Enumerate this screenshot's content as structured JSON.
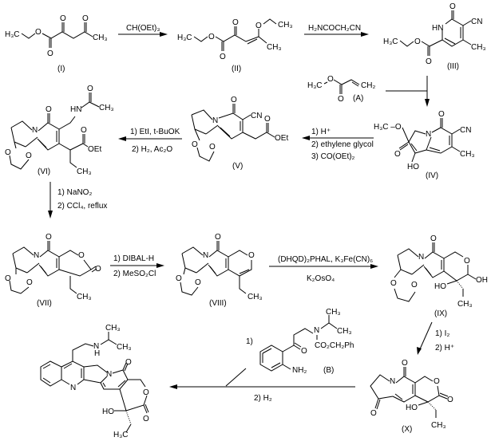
{
  "title": "Synthesis scheme",
  "compounds": {
    "I": {
      "label": "(I)"
    },
    "II": {
      "label": "(II)"
    },
    "III": {
      "label": "(III)"
    },
    "A": {
      "label": "(A)"
    },
    "IV": {
      "label": "(IV)"
    },
    "V": {
      "label": "(V)"
    },
    "VI": {
      "label": "(VI)"
    },
    "VII": {
      "label": "(VII)"
    },
    "VIII": {
      "label": "(VIII)"
    },
    "IX": {
      "label": "(IX)"
    },
    "X": {
      "label": "(X)"
    },
    "B": {
      "label": "(B)"
    }
  },
  "atoms": {
    "H3C": "H₃C",
    "CH3": "CH₃",
    "CH2": "CH₂",
    "O": "O",
    "N": "N",
    "NH": "HN",
    "H": "H",
    "CN": "CN",
    "OEt": "OEt",
    "OH": "OH",
    "HO": "HO",
    "NH2": "NH₂",
    "H3C_O": "H₃C –O",
    "CO2CH2Ph": "CO₂CH₂Ph"
  },
  "steps": {
    "s1": {
      "reagents": [
        "CH(OEt)₃"
      ]
    },
    "s2": {
      "reagents": [
        "H₂NCOCH₂CN"
      ]
    },
    "s3": {
      "reagents": [
        "1) H⁺",
        "2) ethylene glycol",
        "3) CO(OEt)₂"
      ]
    },
    "s4": {
      "reagents": [
        "1) EtI, t-BuOK",
        "2) H₂, Ac₂O"
      ]
    },
    "s5": {
      "reagents": [
        "1) NaNO₂",
        "2) CCl₄, reflux"
      ]
    },
    "s6": {
      "reagents": [
        "1) DIBAL-H",
        "2) MeSO₂Cl"
      ]
    },
    "s7": {
      "reagents": [
        "(DHQD)₂PHAL, K₃Fe(CN)₆",
        "K₂OsO₄"
      ]
    },
    "s8": {
      "reagents": [
        "1) I₂",
        "2) H⁺"
      ]
    },
    "s9": {
      "reagents": [
        "1)",
        "2) H₂"
      ]
    }
  }
}
